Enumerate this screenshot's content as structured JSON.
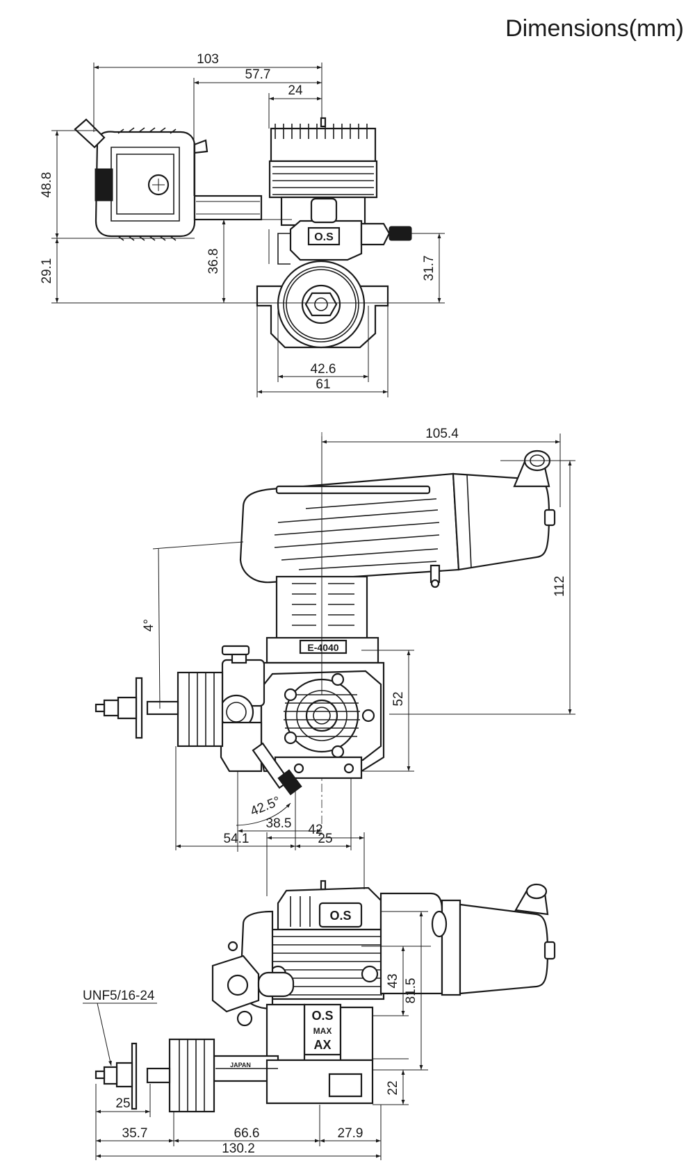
{
  "title": "Dimensions(mm)",
  "front_view": {
    "dim_103": "103",
    "dim_57_7": "57.7",
    "dim_24": "24",
    "dim_48_8": "48.8",
    "dim_29_1": "29.1",
    "dim_36_8": "36.8",
    "dim_31_7": "31.7",
    "dim_42_6": "42.6",
    "dim_61": "61",
    "logo_text": "O.S"
  },
  "side_view": {
    "dim_105_4": "105.4",
    "dim_112": "112",
    "dim_4deg": "4°",
    "dim_52": "52",
    "dim_42_5deg": "42.5°",
    "dim_38_5": "38.5",
    "dim_54_1": "54.1",
    "dim_25": "25",
    "model_plate": "E-4040"
  },
  "top_view": {
    "dim_42": "42",
    "thread_label": "UNF5/16-24",
    "dim_43": "43",
    "dim_81_5": "81.5",
    "dim_22": "22",
    "dim_25": "25",
    "dim_35_7": "35.7",
    "dim_66_6": "66.6",
    "dim_27_9": "27.9",
    "dim_130_2": "130.2",
    "logo_text": "O.S",
    "badge_max": "MAX",
    "badge_ax": "AX",
    "origin_text": "JAPAN"
  }
}
